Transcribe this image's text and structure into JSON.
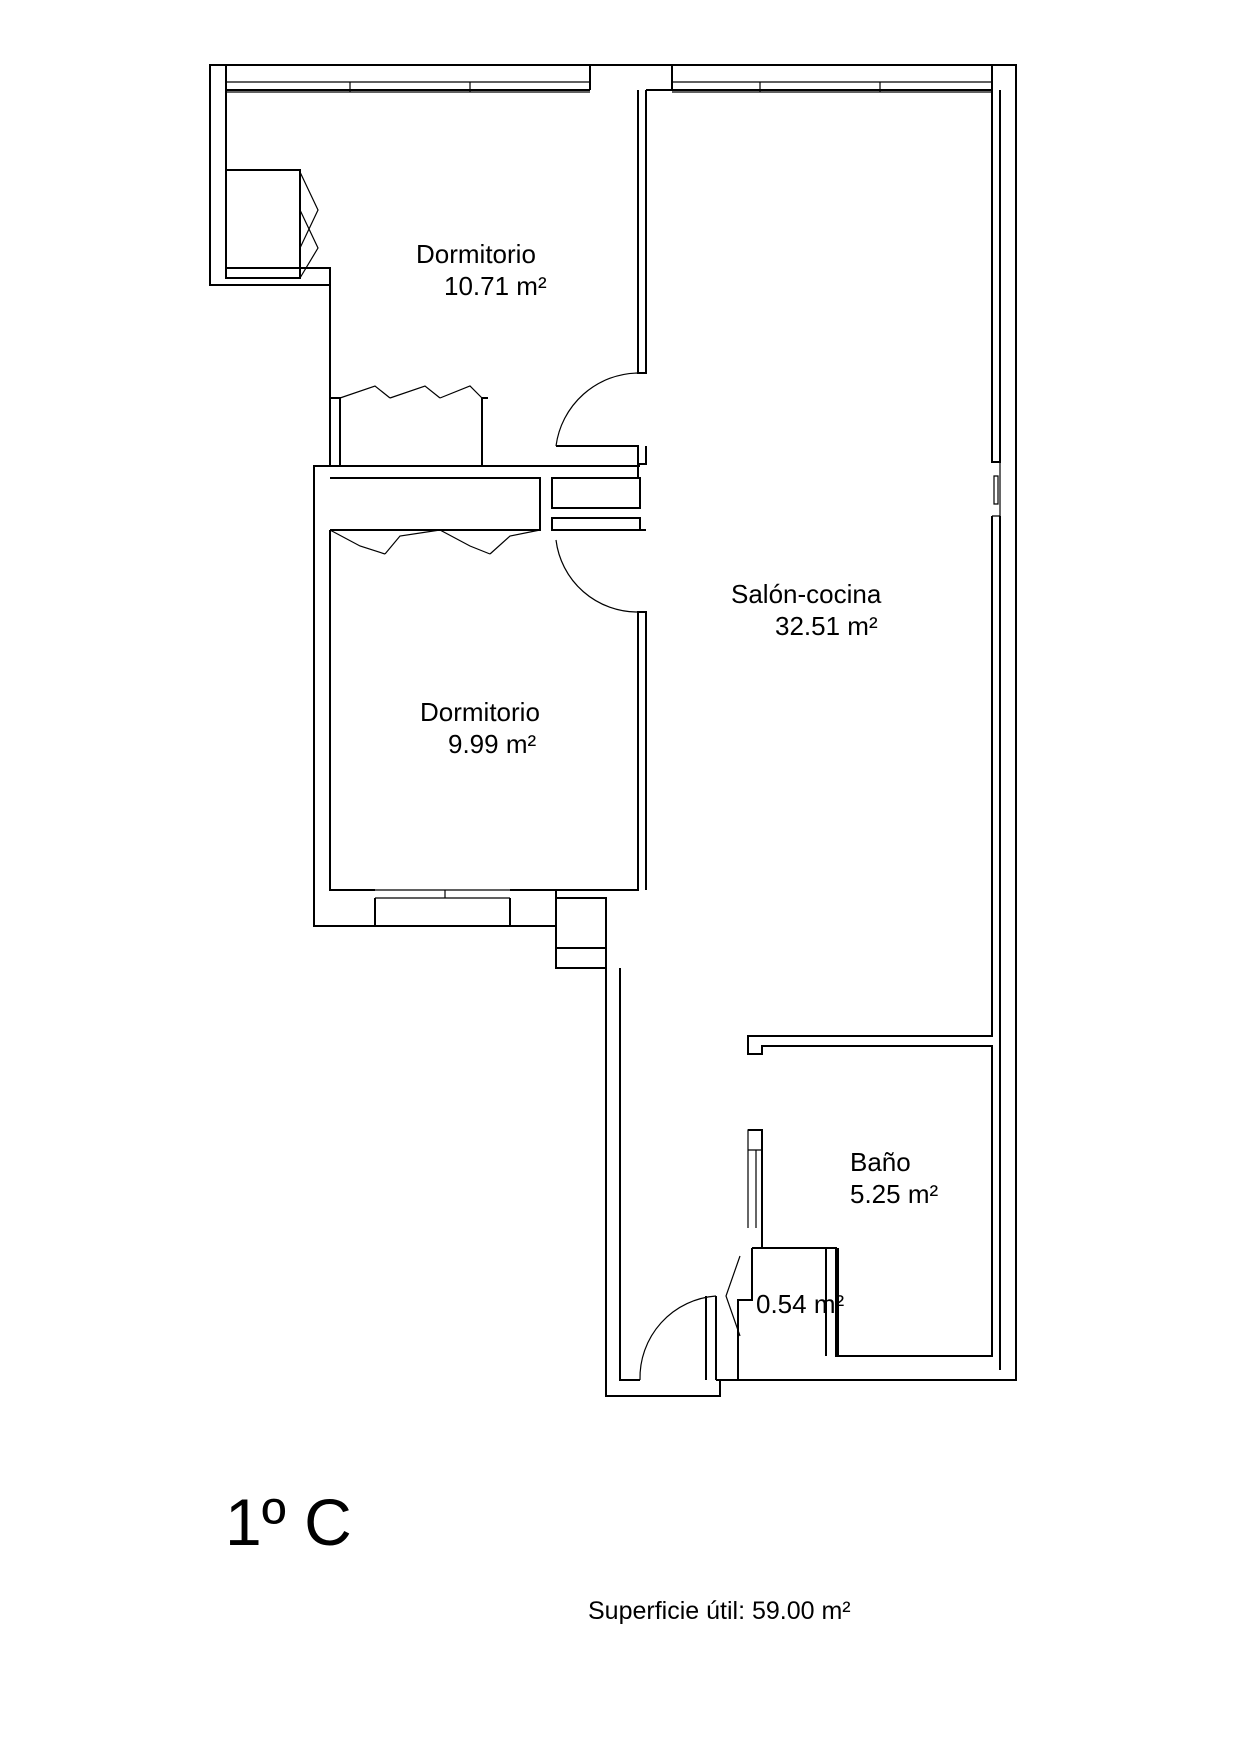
{
  "title": "1º C",
  "total_area_text": "Superficie útil: 59.00 m²",
  "rooms": [
    {
      "name": "Dormitorio",
      "area": "10.71 m²"
    },
    {
      "name": "Dormitorio",
      "area": "9.99 m²"
    },
    {
      "name": "Salón-cocina",
      "area": "32.51 m²"
    },
    {
      "name": "Baño",
      "area": "5.25 m²"
    },
    {
      "name": "",
      "area": "0.54 m²"
    }
  ],
  "colors": {
    "line": "#000000",
    "background": "#ffffff"
  }
}
